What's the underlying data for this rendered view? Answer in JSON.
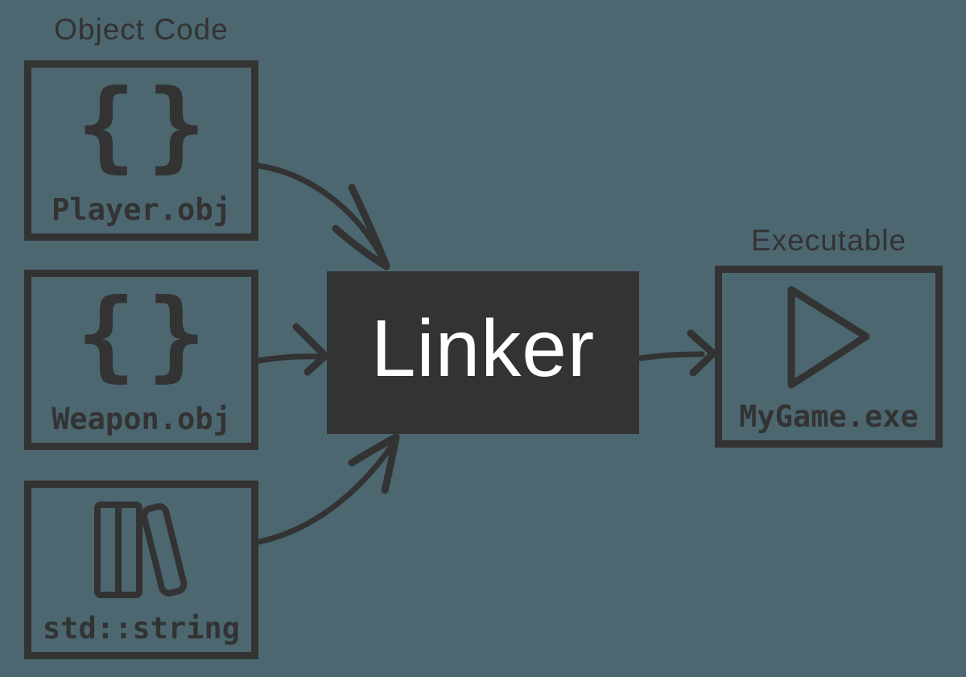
{
  "canvas": {
    "background_color": "#4C6770",
    "ink_color": "#333333",
    "linker_fill_color": "#333333",
    "linker_text_color": "#ffffff"
  },
  "object_code_group": {
    "title": "Object Code",
    "items": [
      {
        "label": "Player.obj",
        "icon": "curly-braces-icon"
      },
      {
        "label": "Weapon.obj",
        "icon": "curly-braces-icon"
      },
      {
        "label": "std::string",
        "icon": "library-books-icon"
      }
    ]
  },
  "linker": {
    "label": "Linker"
  },
  "executable_group": {
    "title": "Executable",
    "item": {
      "label": "MyGame.exe",
      "icon": "play-triangle-icon"
    }
  },
  "glyphs": {
    "braces": "{}"
  },
  "arrows": [
    {
      "from": "Player.obj",
      "to": "Linker",
      "style": "curved-down"
    },
    {
      "from": "Weapon.obj",
      "to": "Linker",
      "style": "straight"
    },
    {
      "from": "std::string",
      "to": "Linker",
      "style": "curved-up"
    },
    {
      "from": "Linker",
      "to": "MyGame.exe",
      "style": "straight"
    }
  ]
}
